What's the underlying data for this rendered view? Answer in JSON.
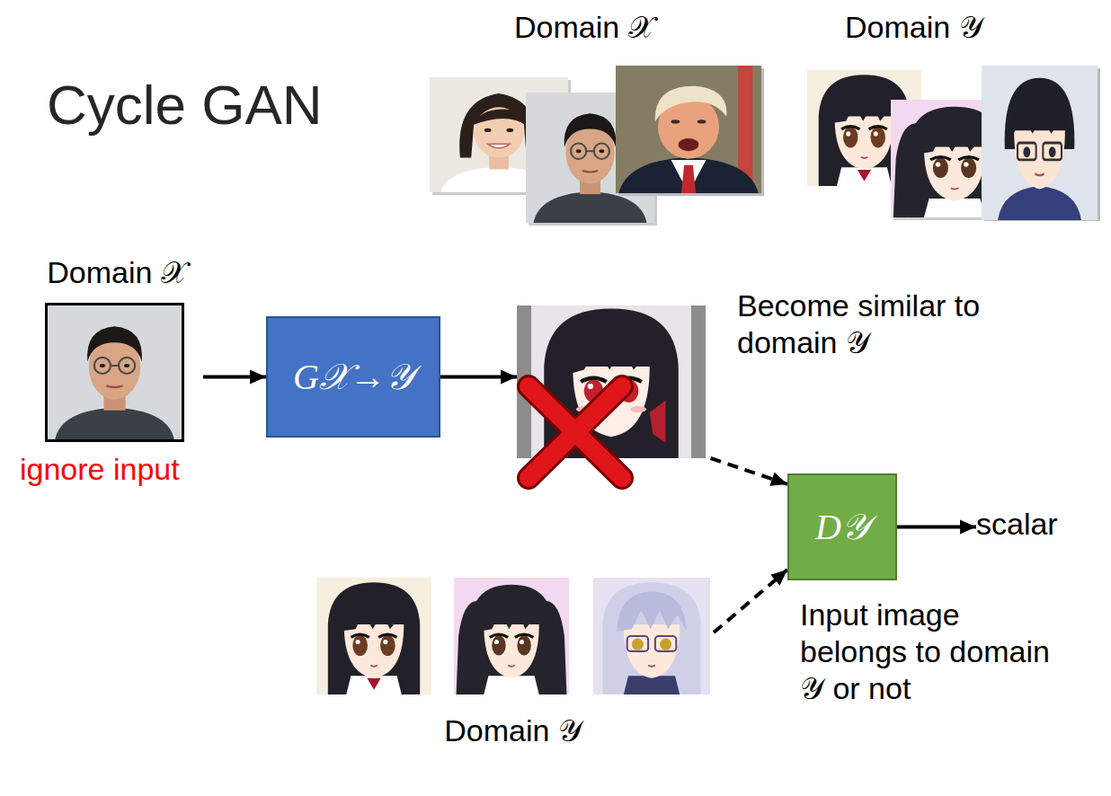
{
  "diagram": {
    "title": "Cycle GAN",
    "nodes": [
      {
        "text": [
          "Domain 𝒳"
        ]
      },
      {
        "text": [
          "G𝒳→𝒴"
        ]
      },
      {
        "text": [
          "Become similar to domain 𝒴"
        ]
      },
      {
        "text": [
          "D𝒴"
        ]
      },
      {
        "text": [
          "Domain 𝒴"
        ]
      },
      {
        "text": [
          "scalar"
        ]
      }
    ],
    "edges": [
      {
        "from": 0,
        "to": 1,
        "arrow": "to"
      },
      {
        "from": 1,
        "to": 2,
        "arrow": "to"
      },
      {
        "from": 2,
        "to": 3,
        "arrow": "to"
      },
      {
        "from": 4,
        "to": 3,
        "arrow": "to"
      },
      {
        "from": 3,
        "to": 5,
        "arrow": "to"
      }
    ],
    "labels": [
      "Domain 𝒳",
      "Domain 𝒴",
      "ignore input",
      "Input image belongs to domain 𝒴 or not"
    ]
  }
}
